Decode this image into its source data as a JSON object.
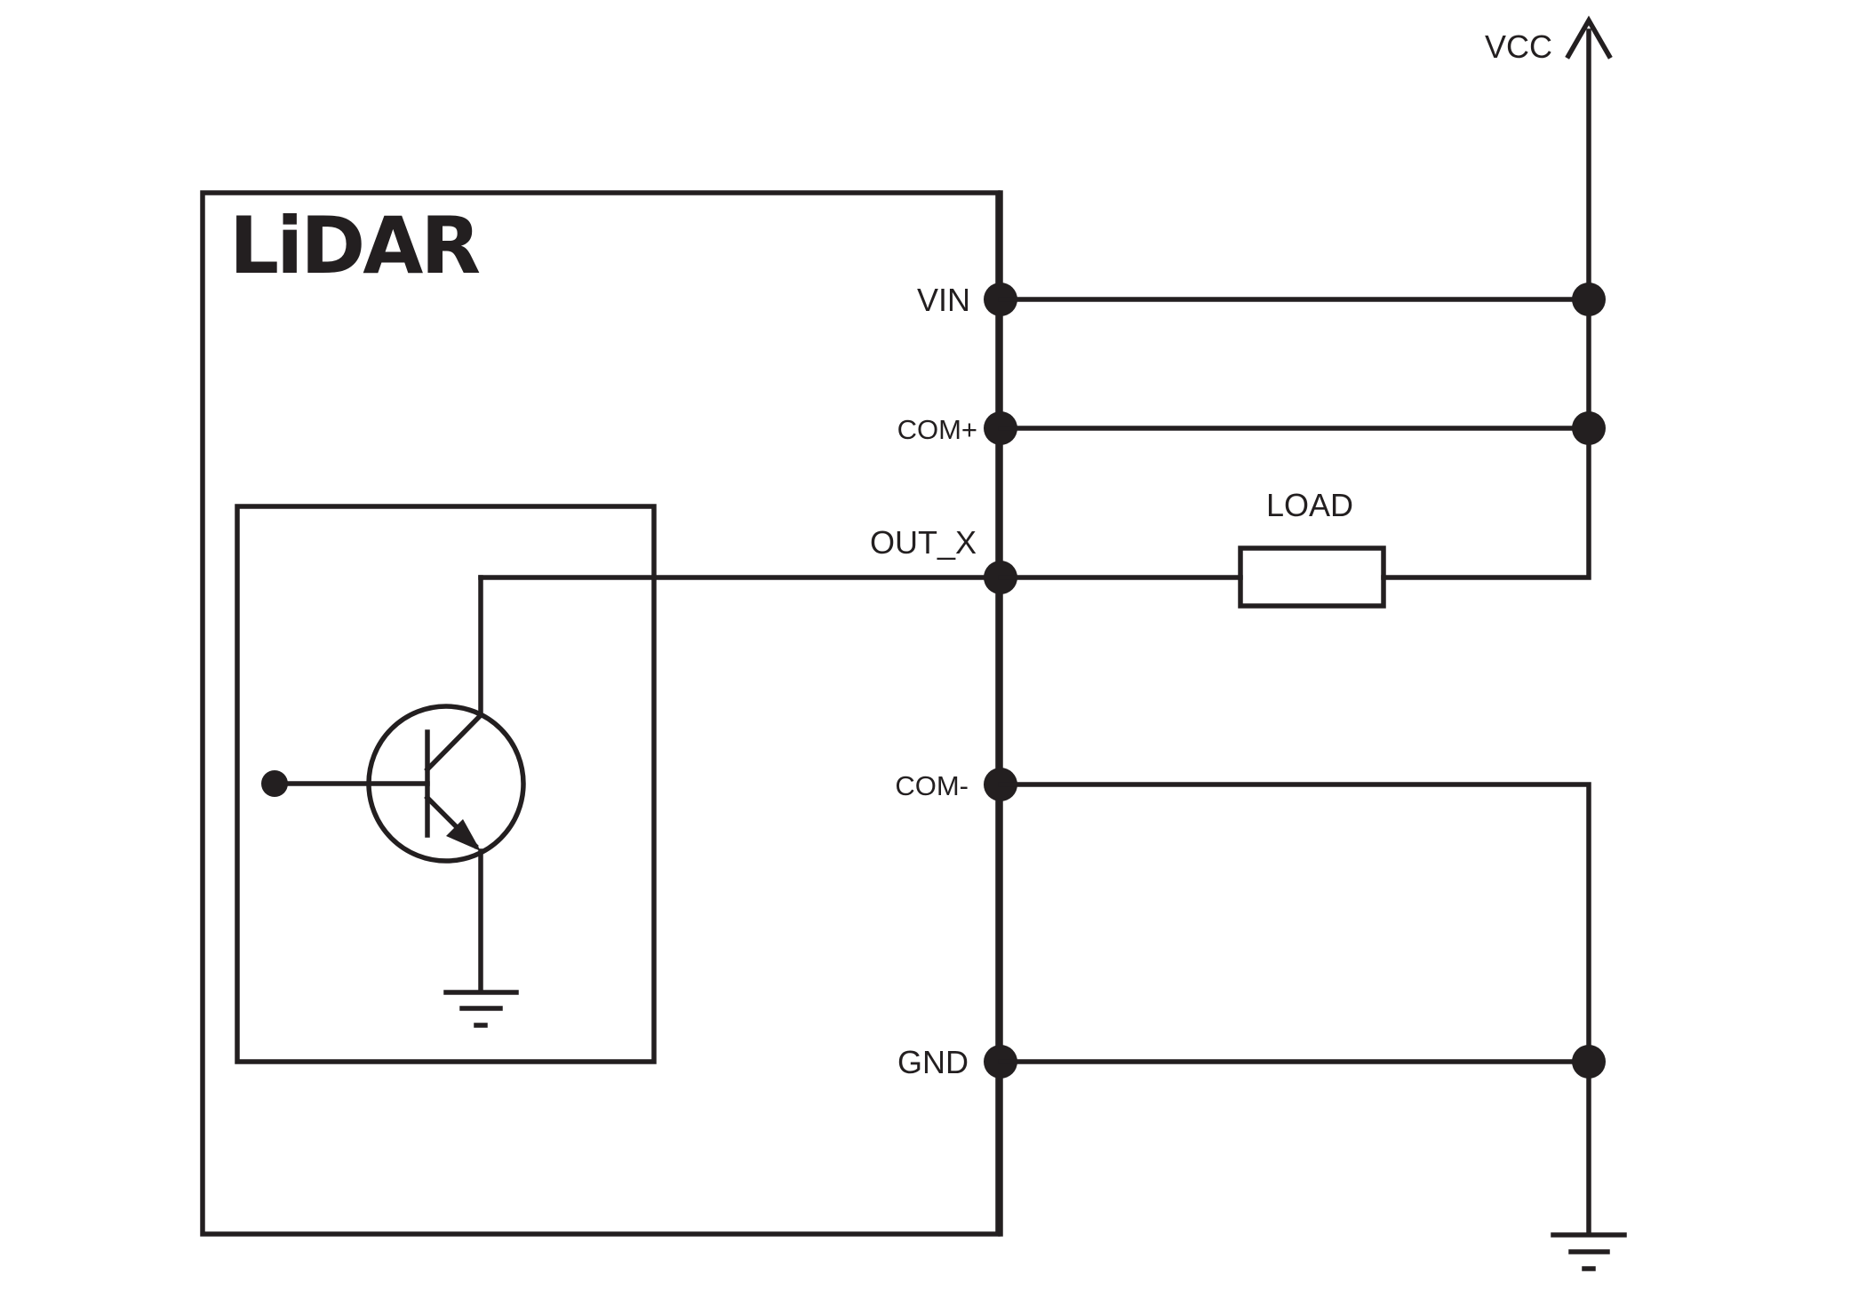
{
  "device": {
    "title": "LiDAR",
    "pins": {
      "vin": "VIN",
      "com_plus": "COM+",
      "out_x": "OUT_X",
      "com_minus": "COM-",
      "gnd": "GND"
    }
  },
  "external": {
    "supply": "VCC",
    "load": "LOAD"
  },
  "colors": {
    "ink": "#231f20",
    "background": "#ffffff"
  }
}
